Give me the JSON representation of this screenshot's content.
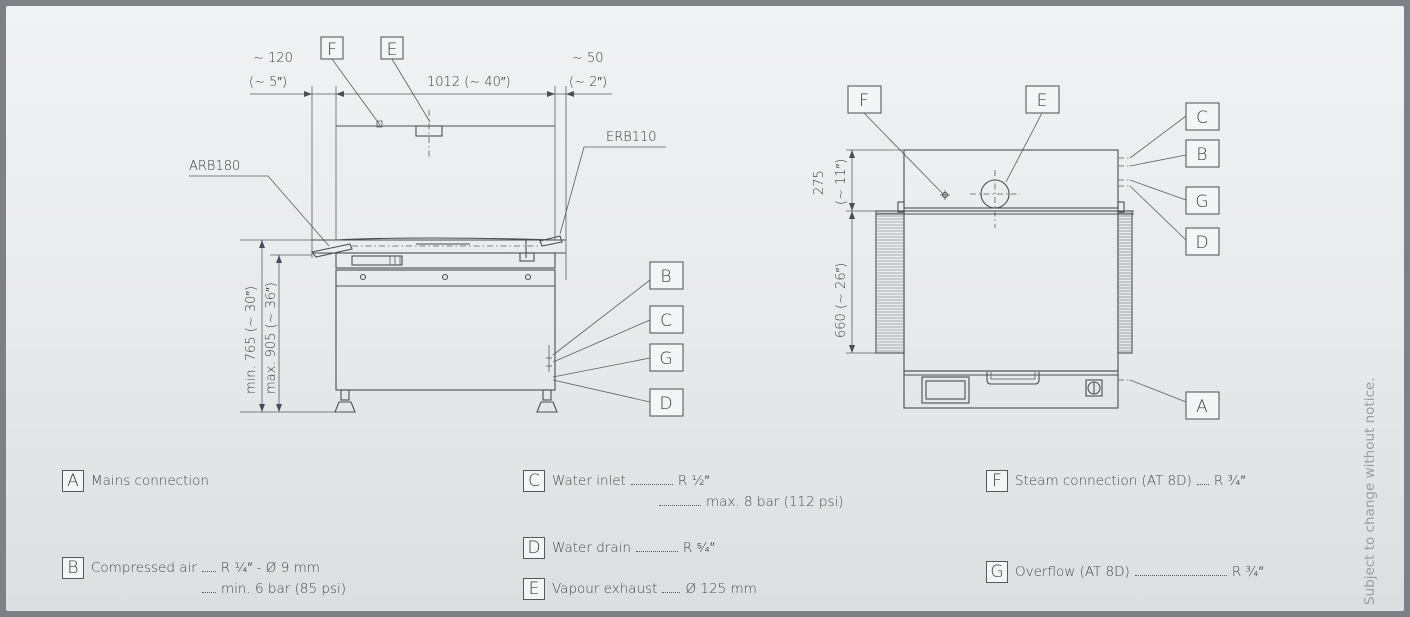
{
  "labels": {
    "A": "A",
    "B": "B",
    "C": "C",
    "D": "D",
    "E": "E",
    "F": "F",
    "G": "G"
  },
  "front_view": {
    "dim_left_mm": "~ 120",
    "dim_left_in": "(~ 5″)",
    "dim_width": "1012 (~ 40″)",
    "dim_right_mm": "~ 50",
    "dim_right_in": "(~ 2″)",
    "arm_left": "ARB180",
    "arm_right": "ERB110",
    "dim_height_min": "min. 765 (~ 30″)",
    "dim_height_max": "max. 905 (~ 36″)"
  },
  "top_view": {
    "dim_hood": "275",
    "dim_hood_in": "(~ 11″)",
    "dim_body": "660 (~ 26″)"
  },
  "legend": {
    "A": {
      "desc": "Mains connection"
    },
    "B": {
      "desc": "Compressed air",
      "value": "R ¼″ - Ø 9 mm",
      "value2": "min. 6 bar (85 psi)"
    },
    "C": {
      "desc": "Water inlet",
      "value": "R ½″",
      "value2": "max. 8 bar (112 psi)"
    },
    "D": {
      "desc": "Water drain",
      "value": "R ⁵⁄₄″"
    },
    "E": {
      "desc": "Vapour exhaust",
      "value": "Ø 125 mm"
    },
    "F": {
      "desc": "Steam connection (AT 8D)",
      "value": "R ¾″"
    },
    "G": {
      "desc": "Overflow (AT 8D)",
      "value": "R ¾″"
    }
  },
  "notice": "Subject to change without notice."
}
